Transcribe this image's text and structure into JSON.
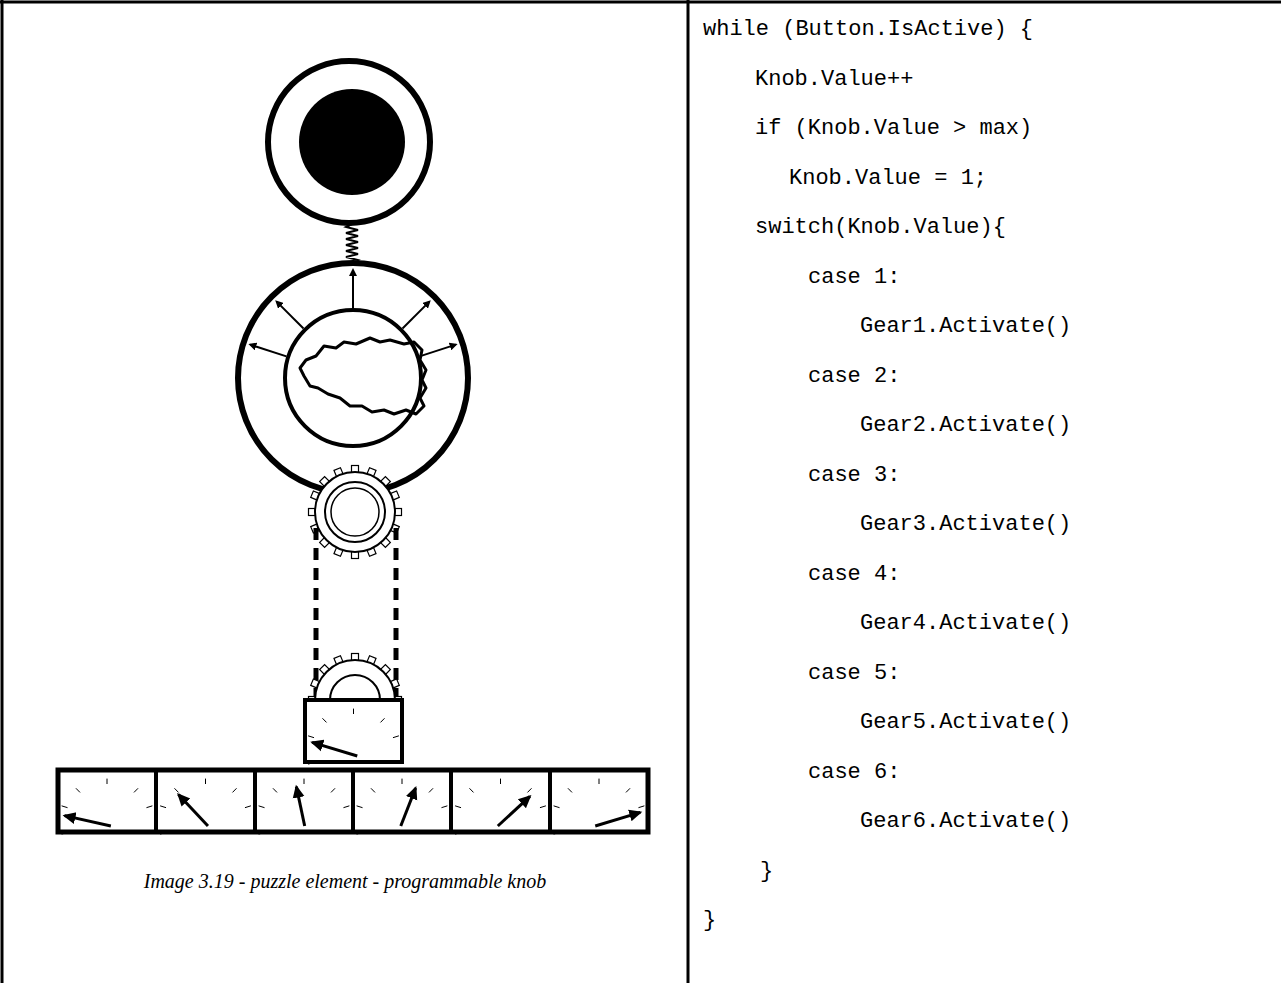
{
  "diagram": {
    "caption": "Image 3.19 - puzzle element - programmable knob",
    "labels": [
      "while (Button.IsActive) {",
      "Knob.Value++",
      "if (Knob.Value > max)",
      "Knob.Value = 1;",
      "switch(Knob.Value){",
      "case 1:",
      "Gear1.Activate()",
      "case 2:",
      "Gear2.Activate()",
      "case 3:",
      "Gear3.Activate()",
      "case 4:",
      "Gear4.Activate()",
      "case 5:",
      "Gear5.Activate()",
      "case 6:",
      "Gear6.Activate()",
      "}",
      "}"
    ]
  }
}
